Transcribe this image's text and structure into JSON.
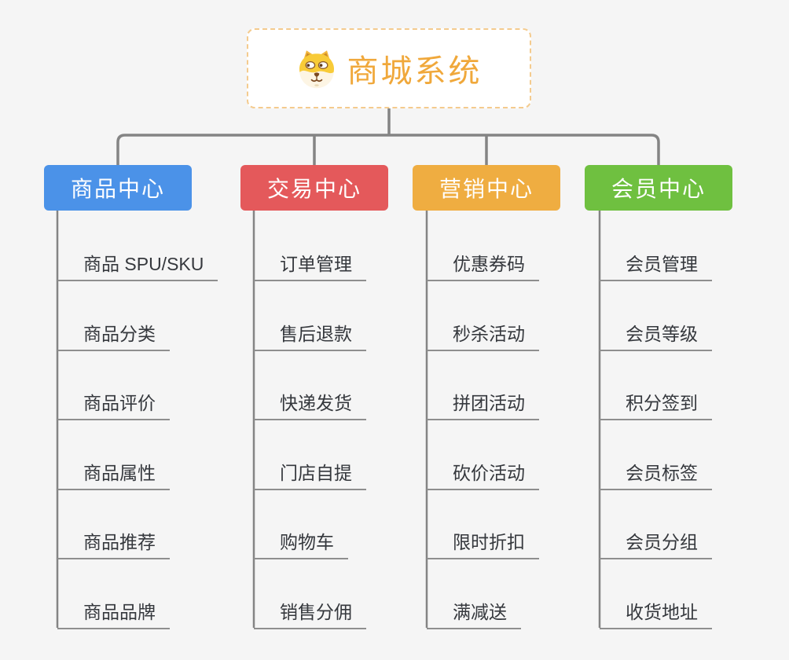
{
  "root": {
    "title": "商城系统",
    "icon": "shiba-dog-icon"
  },
  "branches": [
    {
      "label": "商品中心",
      "color": "#4b92e8",
      "items": [
        "商品 SPU/SKU",
        "商品分类",
        "商品评价",
        "商品属性",
        "商品推荐",
        "商品品牌"
      ]
    },
    {
      "label": "交易中心",
      "color": "#e4595b",
      "items": [
        "订单管理",
        "售后退款",
        "快递发货",
        "门店自提",
        "购物车",
        "销售分佣"
      ]
    },
    {
      "label": "营销中心",
      "color": "#efad41",
      "items": [
        "优惠券码",
        "秒杀活动",
        "拼团活动",
        "砍价活动",
        "限时折扣",
        "满减送"
      ]
    },
    {
      "label": "会员中心",
      "color": "#6fc040",
      "items": [
        "会员管理",
        "会员等级",
        "积分签到",
        "会员标签",
        "会员分组",
        "收货地址"
      ]
    }
  ],
  "colors": {
    "background": "#f5f5f5",
    "connector": "#848484",
    "underline": "#8e8e8e",
    "root_border": "#f4cb8e",
    "root_title": "#f0a83b",
    "item_text": "#35383d"
  }
}
